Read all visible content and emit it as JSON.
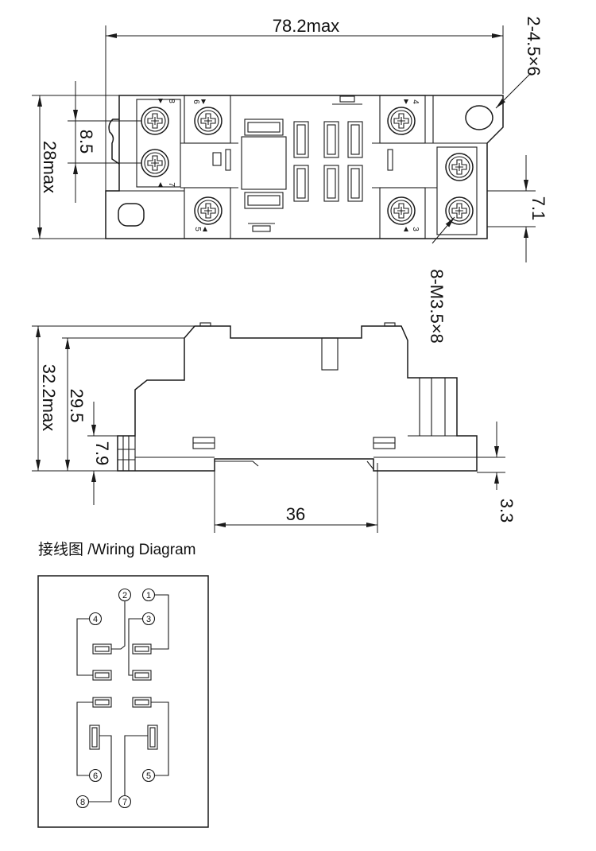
{
  "top_view": {
    "terminals": {
      "t8": "8",
      "t7": "7",
      "t6": "6",
      "t5": "5",
      "t4": "4",
      "t3": "3"
    },
    "dimensions": {
      "overall_length": "78.2max",
      "mounting_holes": "2-4.5×6",
      "left_terminal_pitch": "8.5",
      "overall_width": "28max",
      "right_terminal_pitch": "7.1",
      "terminal_screws": "8-M3.5×8"
    }
  },
  "side_view": {
    "dimensions": {
      "overall_height": "32.2max",
      "body_height": "29.5",
      "base_height": "7.9",
      "rail_width": "36",
      "rail_offset": "3.3"
    }
  },
  "wiring_diagram": {
    "title": "接线图 /Wiring Diagram",
    "pins": [
      "1",
      "2",
      "3",
      "4",
      "5",
      "6",
      "7",
      "8"
    ]
  }
}
